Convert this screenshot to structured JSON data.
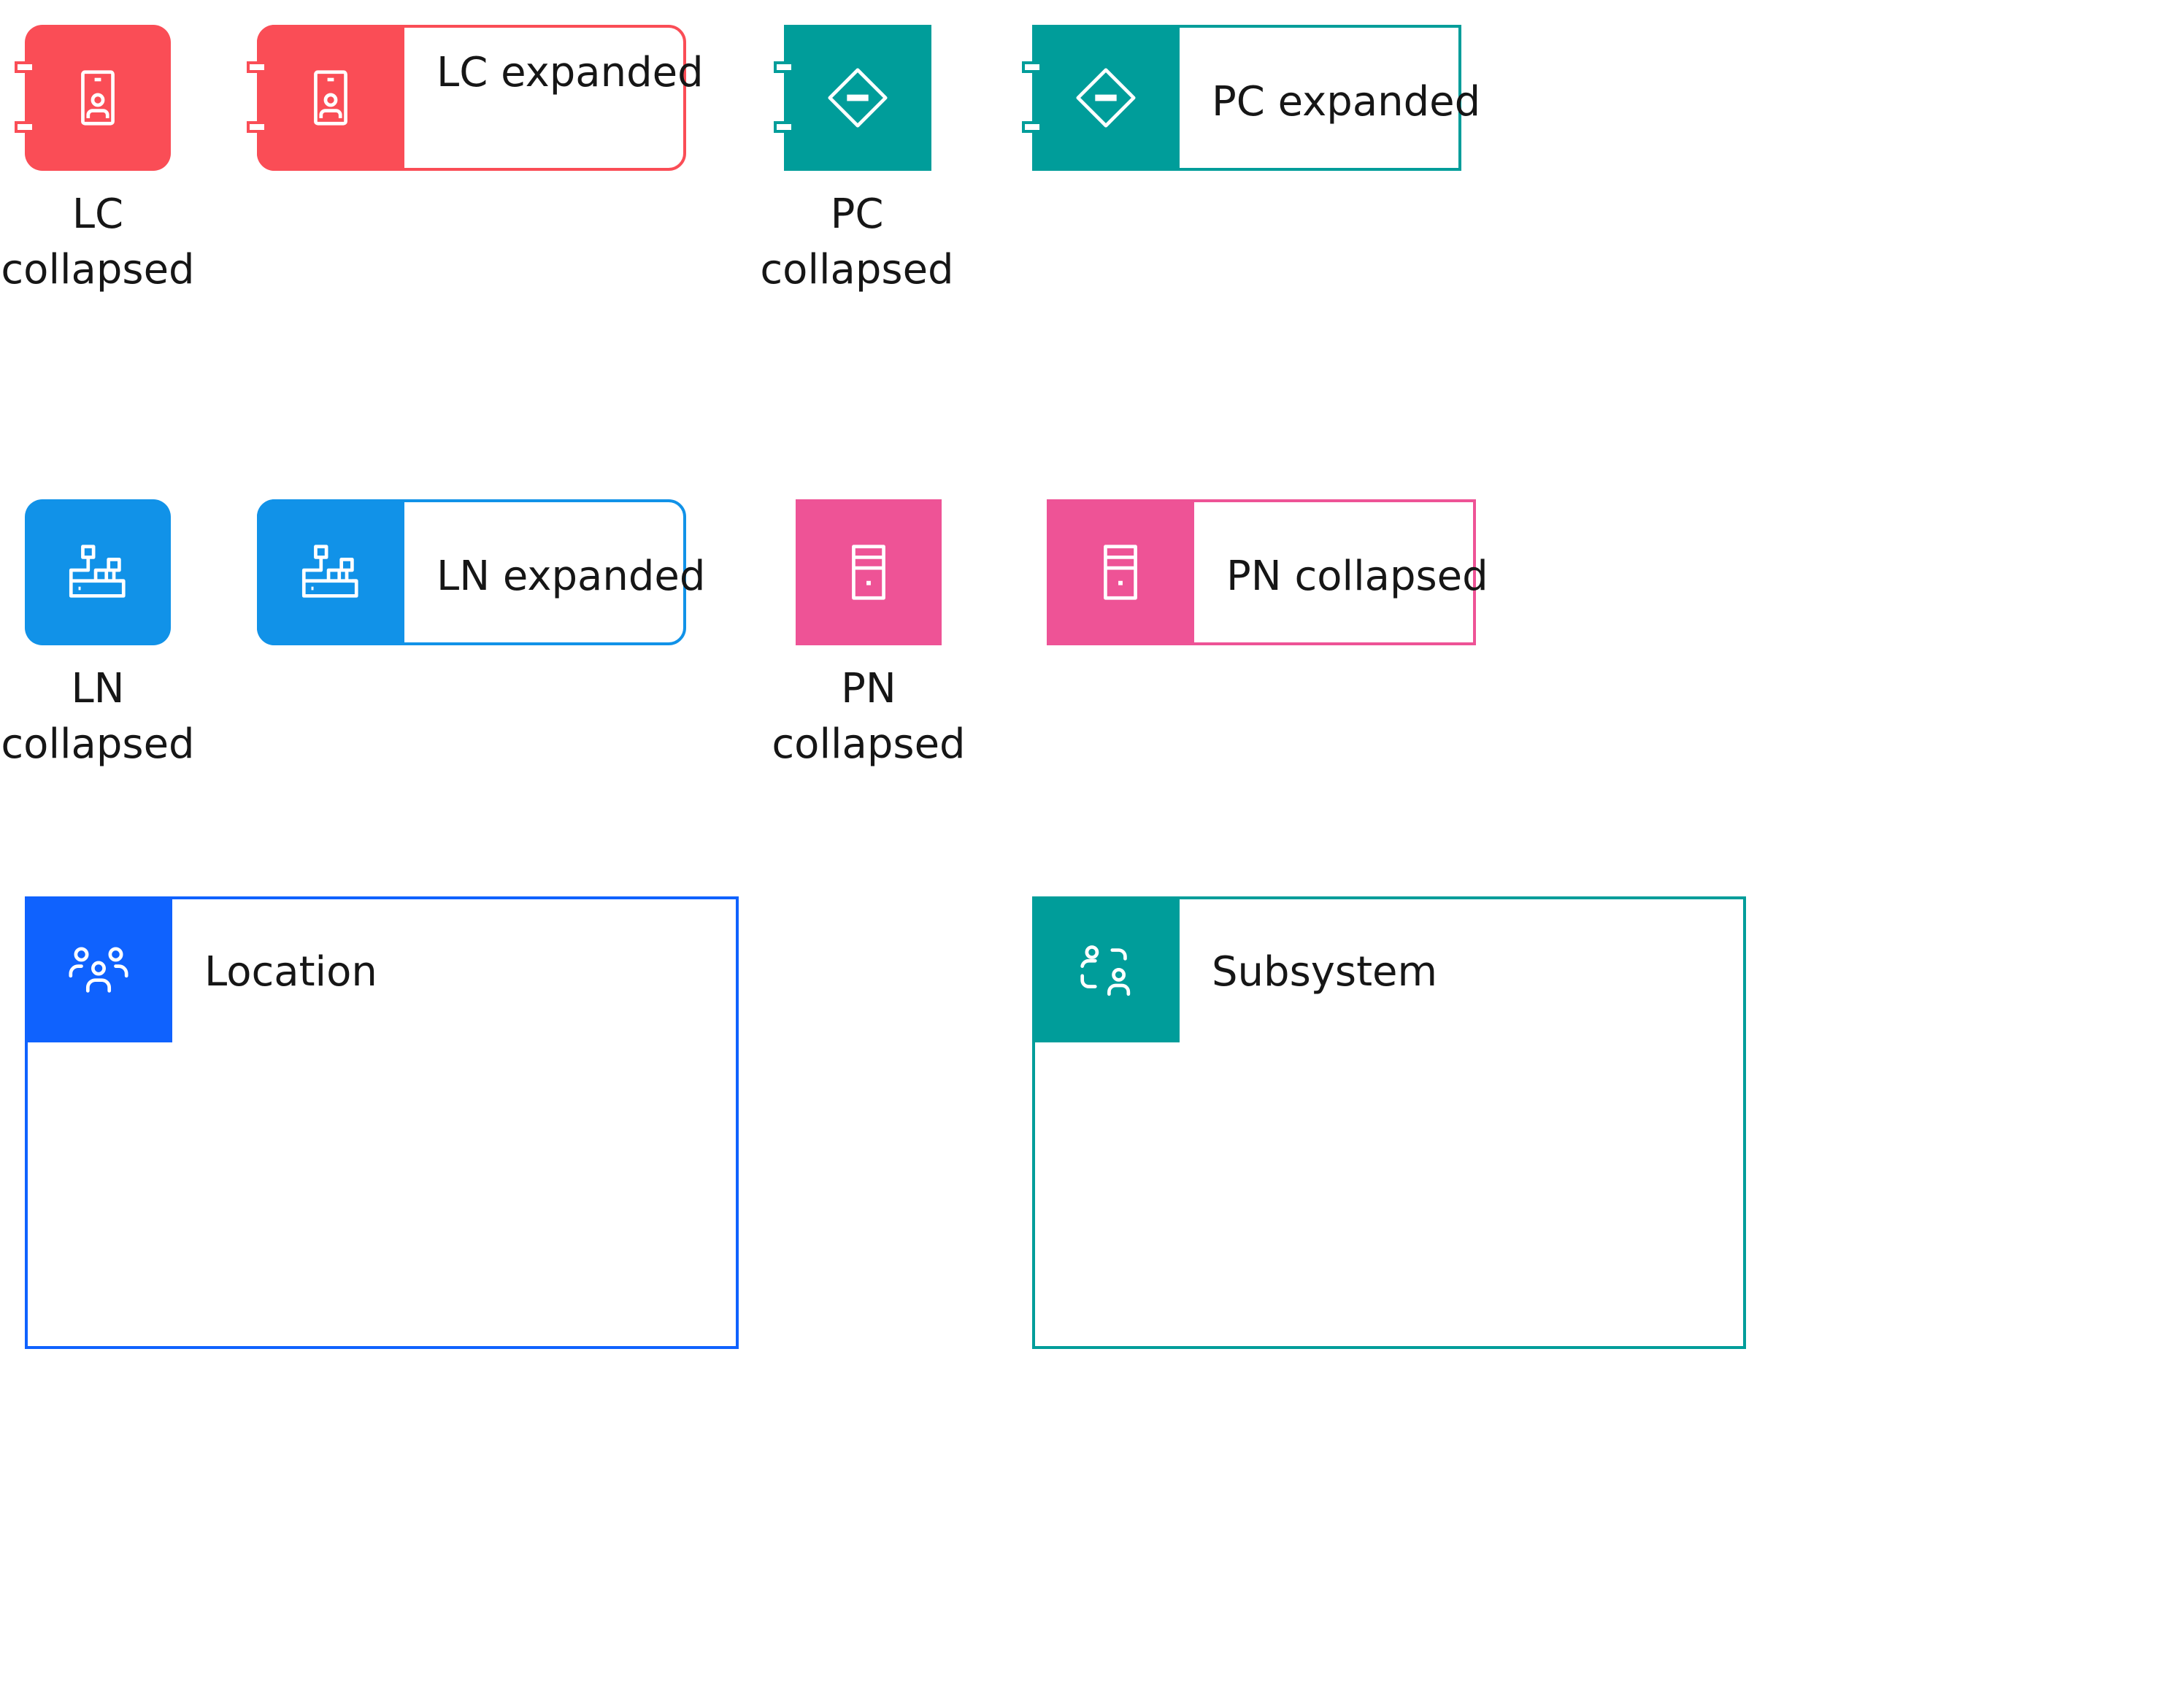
{
  "colors": {
    "logical_component": "#fa4d56",
    "prescribed_component": "#009d9a",
    "logical_node": "#1192e8",
    "prescribed_node": "#ee5396",
    "location": "#0f62fe",
    "subsystem": "#009d9a",
    "text": "#161616",
    "icon": "#ffffff"
  },
  "shapes": {
    "lc_collapsed": {
      "line1": "LC",
      "line2": "collapsed",
      "icon": "badge-icon"
    },
    "lc_expanded": {
      "label": "LC expanded",
      "icon": "badge-icon"
    },
    "pc_collapsed": {
      "line1": "PC",
      "line2": "collapsed",
      "icon": "diamond-minus-icon"
    },
    "pc_expanded": {
      "label": "PC expanded",
      "icon": "diamond-minus-icon"
    },
    "ln_collapsed": {
      "line1": "LN",
      "line2": "collapsed",
      "icon": "network-blocks-icon"
    },
    "ln_expanded": {
      "label": "LN expanded",
      "icon": "network-blocks-icon"
    },
    "pn_collapsed": {
      "line1": "PN",
      "line2": "collapsed",
      "icon": "server-icon"
    },
    "pn_expanded": {
      "label": "PN collapsed",
      "icon": "server-icon"
    },
    "location": {
      "label": "Location",
      "icon": "user-group-icon"
    },
    "subsystem": {
      "label": "Subsystem",
      "icon": "user-group-dashed-icon"
    }
  }
}
